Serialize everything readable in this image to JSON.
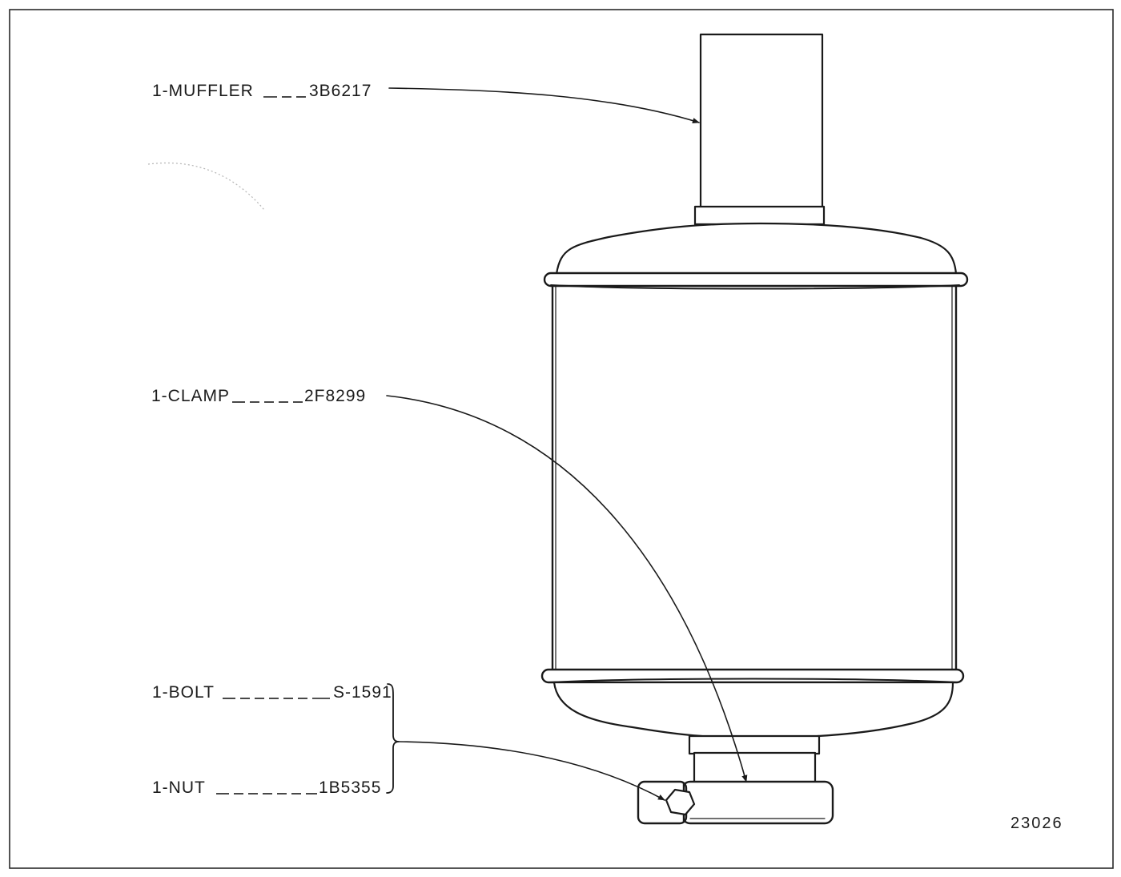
{
  "labels": {
    "muffler": {
      "name": "1-MUFFLER",
      "part_number": "3B6217"
    },
    "clamp": {
      "name": "1-CLAMP",
      "part_number": "2F8299"
    },
    "bolt": {
      "name": "1-BOLT",
      "part_number": "S-1591"
    },
    "nut": {
      "name": "1-NUT",
      "part_number": "1B5355"
    }
  },
  "figure_number": "23026",
  "colors": {
    "ink": "#1a1a1a",
    "paper": "#ffffff"
  }
}
